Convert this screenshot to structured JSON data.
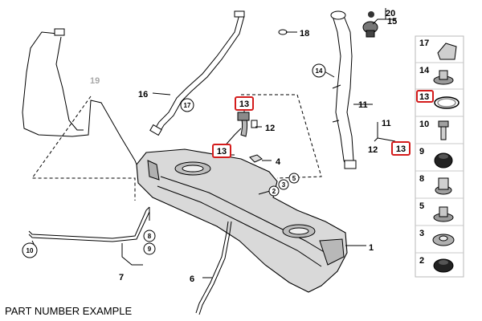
{
  "diagram": {
    "labels": {
      "p20": "20",
      "p15": "15",
      "p18": "18",
      "p16": "16",
      "p17": "17",
      "p19": "19",
      "p14": "14",
      "p11a": "11",
      "p11b": "11",
      "p12a": "12",
      "p12b": "12",
      "p13a": "13",
      "p13b": "13",
      "p13c": "13",
      "p4": "4",
      "p2": "2",
      "p3": "3",
      "p5": "5",
      "p1": "1",
      "p8": "8",
      "p9": "9",
      "p7": "7",
      "p10": "10",
      "p6": "6"
    },
    "sidebar": [
      "17",
      "14",
      "13",
      "10",
      "9",
      "8",
      "5",
      "3",
      "2"
    ],
    "caption": "PART NUMBER EXAMPLE",
    "highlight_color": "#d41c1c"
  }
}
